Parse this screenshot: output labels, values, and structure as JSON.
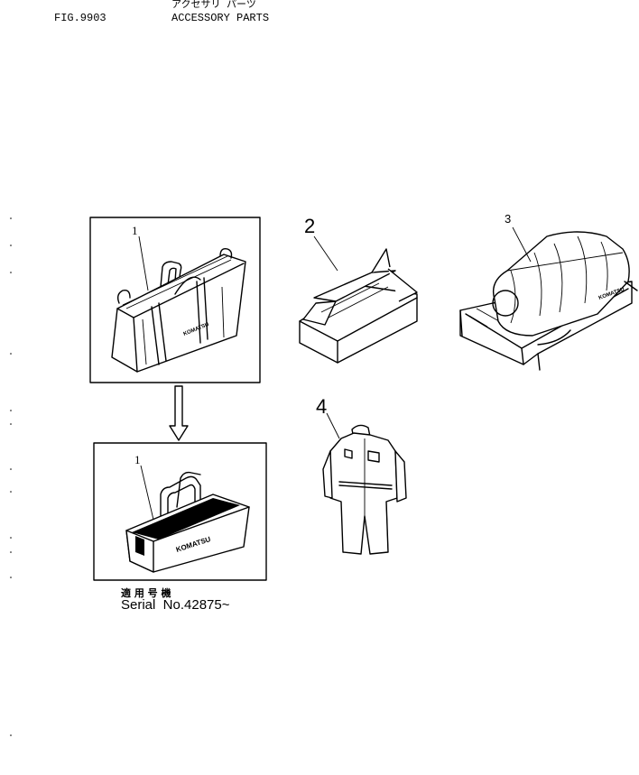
{
  "header": {
    "fig_no": "FIG.9903",
    "title_kana": "アクセサリ パーツ",
    "title": "ACCESSORY PARTS"
  },
  "callouts": {
    "part1_top": "1",
    "part1_bottom": "1",
    "part2": "2",
    "part3": "3",
    "part4": "4"
  },
  "brand_marks": {
    "bag_top": "KOMATSU",
    "bag_bottom": "KOMATSU",
    "cover": "KOMATSU"
  },
  "serial_note": {
    "label_jp": "適 用 号 機",
    "serial": "Serial  No.42875~"
  }
}
